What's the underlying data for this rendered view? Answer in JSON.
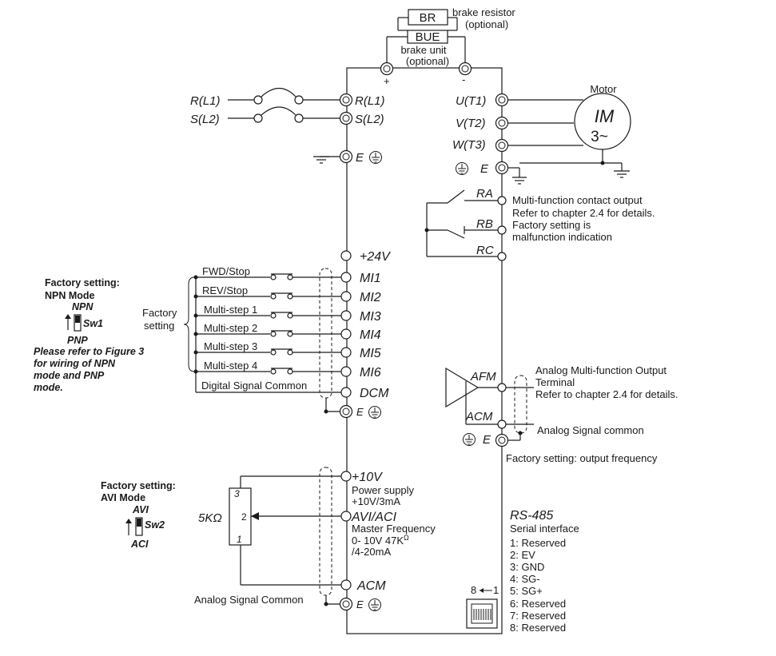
{
  "brake": {
    "br_label": "BR",
    "br_note1": "brake resistor",
    "br_note2": "(optional)",
    "bue_label": "BUE",
    "bue_note1": "brake unit",
    "bue_note2": "(optional)",
    "plus": "+",
    "minus": "-"
  },
  "power_input": {
    "r_outer": "R(L1)",
    "s_outer": "S(L2)",
    "r_term": "R(L1)",
    "s_term": "S(L2)",
    "e_term": "E"
  },
  "motor": {
    "title": "Motor",
    "im": "IM",
    "phase": "3~",
    "u": "U(T1)",
    "v": "V(T2)",
    "w": "W(T3)",
    "e": "E"
  },
  "relay": {
    "ra": "RA",
    "rb": "RB",
    "rc": "RC",
    "note1": "Multi-function contact output",
    "note2": "Refer to chapter 2.4 for details.",
    "note3": "Factory setting is",
    "note4": "malfunction indication"
  },
  "digital_inputs": {
    "p24": "+24V",
    "terminals": [
      "MI1",
      "MI2",
      "MI3",
      "MI4",
      "MI5",
      "MI6"
    ],
    "labels": [
      "FWD/Stop",
      "REV/Stop",
      "Multi-step 1",
      "Multi-step 2",
      "Multi-step 3",
      "Multi-step 4"
    ],
    "dcm": "DCM",
    "e": "E",
    "common_label": "Digital Signal Common",
    "factory1": "Factory",
    "factory2": "setting"
  },
  "npn_note": {
    "title1": "Factory setting:",
    "title2": "NPN Mode",
    "npn": "NPN",
    "sw": "Sw1",
    "pnp": "PNP",
    "line1": "Please refer to Figure 3",
    "line2": "for wiring of NPN",
    "line3": "mode and PNP",
    "line4": "mode."
  },
  "analog_output": {
    "afm": "AFM",
    "acm": "ACM",
    "e": "E",
    "note1": "Analog Multi-function Output",
    "note2": "Terminal",
    "note3": "Refer to chapter 2.4 for details.",
    "common": "Analog Signal common",
    "factory": "Factory setting: output frequency"
  },
  "analog_input": {
    "p10v": "+10V",
    "supply1": "Power supply",
    "supply2": "+10V/3mA",
    "avi": "AVI/ACI",
    "freq1": "Master Frequency",
    "freq2": "0- 10V 47K",
    "freq2_unit": "Ω",
    "freq3": "/4-20mA",
    "acm": "ACM",
    "e": "E",
    "pot": "5KΩ",
    "pin3": "3",
    "pin2": "2",
    "pin1": "1",
    "common": "Analog Signal Common"
  },
  "avi_note": {
    "title1": "Factory setting:",
    "title2": "AVI Mode",
    "avi": "AVI",
    "sw": "Sw2",
    "aci": "ACI"
  },
  "rs485": {
    "title": "RS-485",
    "subtitle": "Serial interface",
    "pins": [
      "1: Reserved",
      "2: EV",
      "3: GND",
      "4: SG-",
      "5: SG+",
      "6: Reserved",
      "7: Reserved",
      "8: Reserved"
    ],
    "pin_order": "8",
    "pin_order_end": "1"
  }
}
